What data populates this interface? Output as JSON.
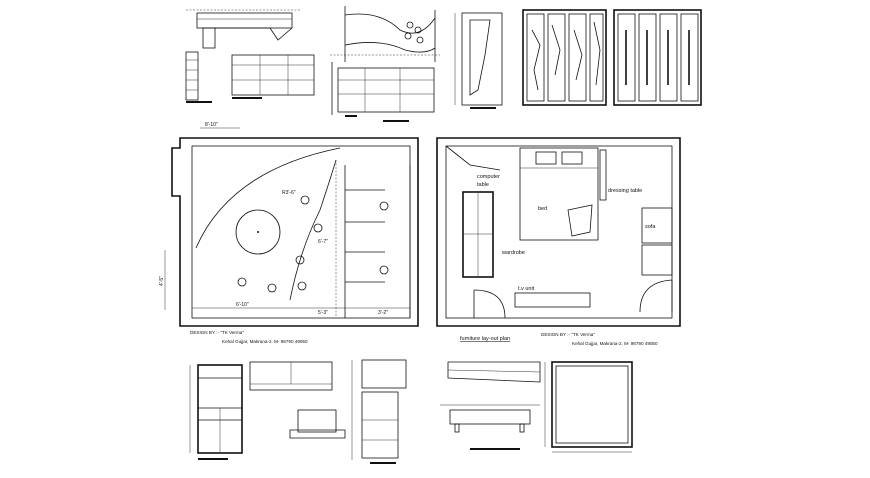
{
  "labels": {
    "computer_table": [
      "computer",
      "table"
    ],
    "bed": "bed",
    "dressing_table": "dressing table",
    "sofa": "sofa",
    "wardrobe": "wardrobe",
    "tv_unit": "t.v unit",
    "plan_title": "furniture lay-out plan"
  },
  "credits": {
    "left_line1": "DESIGN BY :- \"TK Verma\"",
    "left_line2": "Kehal Gujjar, Makrana-2. M- 98790 49050",
    "right_line1": "DESIGN BY :- \"TK Verma\"",
    "right_line2": "Kehal Gujjar, Makrana-2. M- 98790 49050"
  },
  "dimensions": {
    "ceiling_top": "8'-10\"",
    "radius_callout": "R3'-6\"",
    "mid_span": "6'-7\"",
    "side_height": "4'-5\"",
    "bottom_left": "6'-10\"",
    "bottom_mid": "5'-3\"",
    "bottom_right": "3'-2\""
  }
}
